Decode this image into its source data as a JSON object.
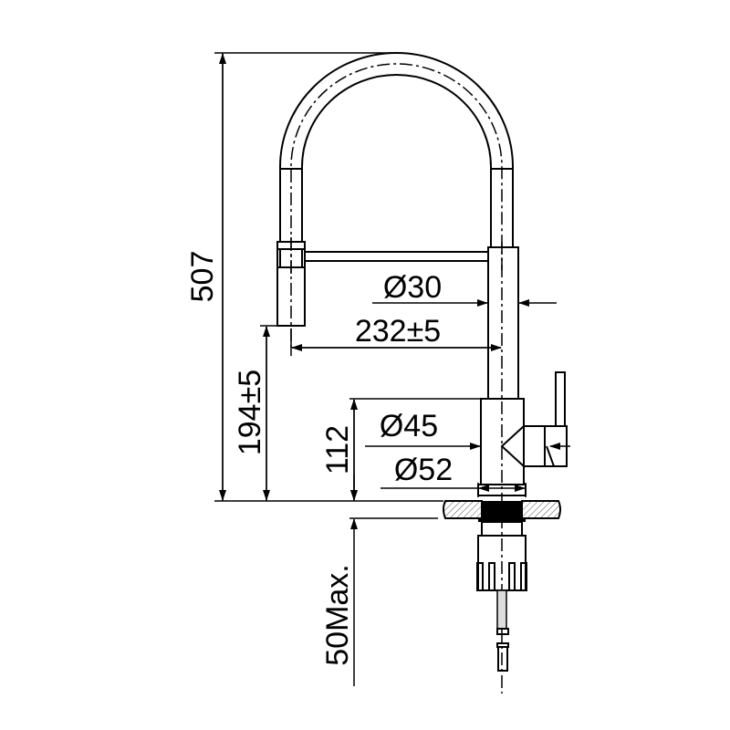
{
  "drawing": {
    "subject": "Pull-down kitchen faucet dimension drawing",
    "colors": {
      "line": "#000000",
      "background": "#ffffff",
      "hatch": "#555555"
    }
  },
  "dimensions": {
    "total_height": "507",
    "spout_height": "194±5",
    "body_height": "112",
    "under_counter": "50Max.",
    "spout_reach": "232±5",
    "spout_diameter": "Ø30",
    "body_diameter": "Ø45",
    "base_diameter": "Ø52"
  }
}
